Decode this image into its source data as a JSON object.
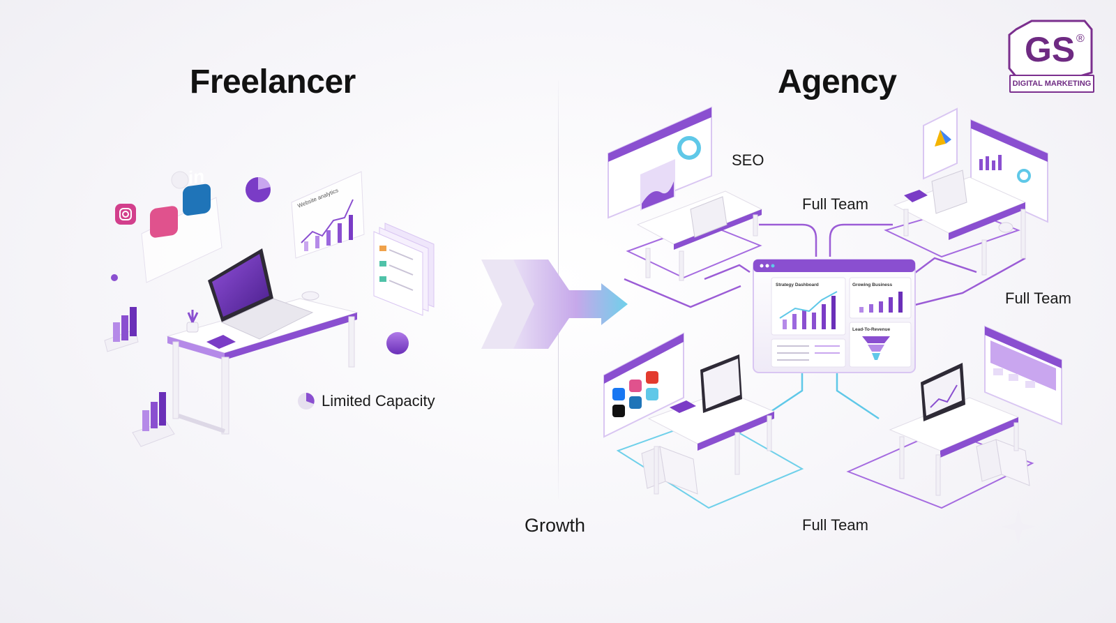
{
  "left": {
    "title": "Freelancer",
    "capacity_label": "Limited Capacity"
  },
  "right": {
    "title": "Agency",
    "labels": {
      "seo": "SEO",
      "team_top": "Full Team",
      "team_right": "Full Team",
      "team_bottom": "Full Team"
    }
  },
  "transition": {
    "growth_label": "Growth"
  },
  "logo": {
    "mark": "GS",
    "registered": "®",
    "tagline": "DIGITAL MARKETING"
  },
  "dashboard": {
    "strategy": "Strategy Dashboard",
    "growing": "Growing Business",
    "funnel": "Lead-To-Revenue"
  },
  "analytics_card": {
    "title": "Website analytics"
  },
  "colors": {
    "primary": "#7b3fc4",
    "accent": "#a56be0",
    "cyan": "#5fc8e8",
    "line": "#9b5cd6"
  }
}
